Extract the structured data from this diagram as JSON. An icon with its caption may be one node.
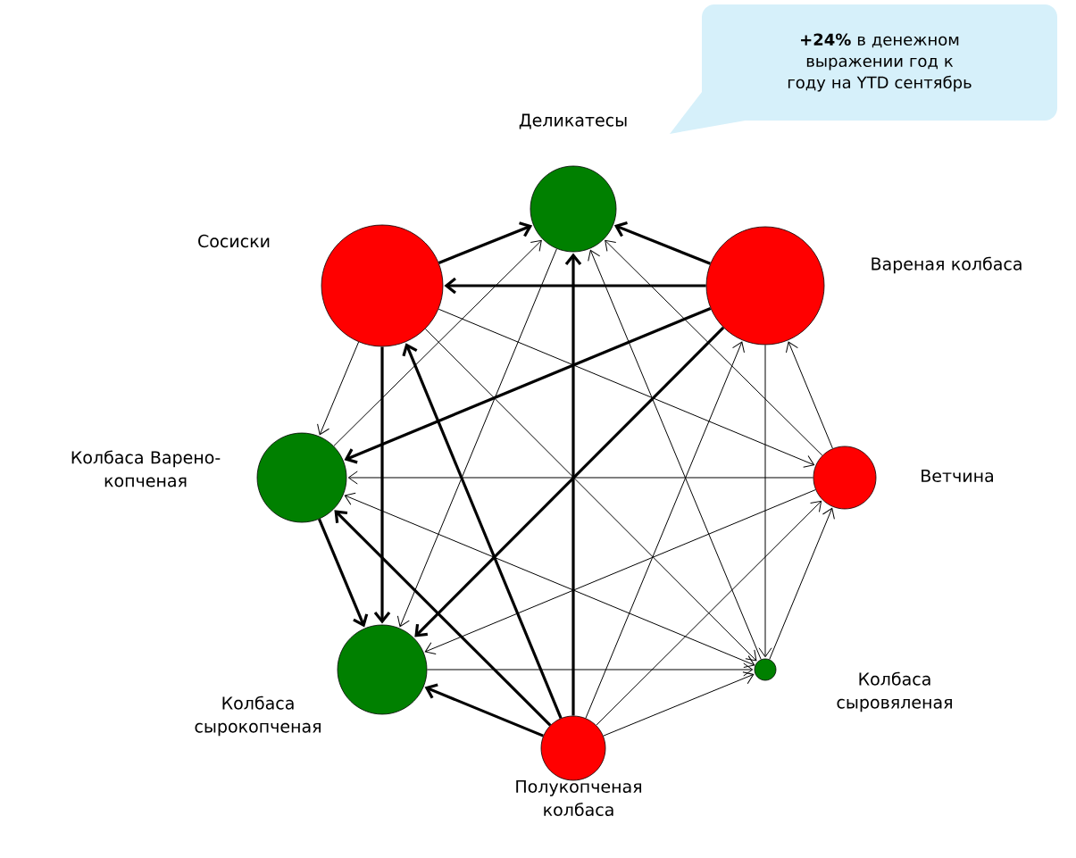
{
  "diagram": {
    "nodes": [
      {
        "text": [],
        "shape": "circle",
        "beside": [
          "Деликатесы"
        ]
      },
      {
        "text": [],
        "shape": "circle",
        "beside": [
          "Вареная колбаса"
        ]
      },
      {
        "text": [],
        "shape": "circle",
        "beside": [
          "Ветчина"
        ]
      },
      {
        "text": [],
        "shape": "circle",
        "beside": [
          "Колбаса сыровяленая"
        ]
      },
      {
        "text": [],
        "shape": "circle",
        "beside": [
          "Полукопченая колбаса"
        ]
      },
      {
        "text": [],
        "shape": "circle",
        "beside": [
          "Колбаса сырокопченая"
        ]
      },
      {
        "text": [],
        "shape": "circle",
        "beside": [
          "Колбаса Варено-копченая"
        ]
      },
      {
        "text": [],
        "shape": "circle",
        "beside": [
          "Сосиски"
        ]
      },
      {
        "text": [
          "**+24%** в денежном выражении год к году на YTD сентябрь"
        ]
      }
    ],
    "edges": [
      {
        "from": 7,
        "to": 0,
        "arrow": "to",
        "style": "thick"
      },
      {
        "from": 1,
        "to": 0,
        "arrow": "to",
        "style": "thick"
      },
      {
        "from": 4,
        "to": 0,
        "arrow": "to",
        "style": "thick"
      },
      {
        "from": 6,
        "to": 0,
        "arrow": "to"
      },
      {
        "from": 0,
        "to": 5,
        "arrow": "to"
      },
      {
        "from": 3,
        "to": 0,
        "arrow": "to"
      },
      {
        "from": 2,
        "to": 0,
        "arrow": "to"
      },
      {
        "from": 1,
        "to": 7,
        "arrow": "to",
        "style": "thick"
      },
      {
        "from": 1,
        "to": 6,
        "arrow": "to",
        "style": "thick"
      },
      {
        "from": 1,
        "to": 5,
        "arrow": "to",
        "style": "thick"
      },
      {
        "from": 1,
        "to": 3,
        "arrow": "to"
      },
      {
        "from": 2,
        "to": 1,
        "arrow": "to"
      },
      {
        "from": 4,
        "to": 1,
        "arrow": "to"
      },
      {
        "from": 7,
        "to": 2,
        "arrow": "to"
      },
      {
        "from": 2,
        "to": 6,
        "arrow": "to"
      },
      {
        "from": 4,
        "to": 2,
        "arrow": "to"
      },
      {
        "from": 2,
        "to": 5,
        "arrow": "to"
      },
      {
        "from": 3,
        "to": 2,
        "arrow": "to"
      },
      {
        "from": 7,
        "to": 3,
        "arrow": "to"
      },
      {
        "from": 3,
        "to": 6,
        "arrow": "both"
      },
      {
        "from": 5,
        "to": 3,
        "arrow": "to"
      },
      {
        "from": 4,
        "to": 3,
        "arrow": "to"
      },
      {
        "from": 7,
        "to": 6,
        "arrow": "to"
      },
      {
        "from": 7,
        "to": 5,
        "arrow": "to",
        "style": "thick"
      },
      {
        "from": 6,
        "to": 5,
        "arrow": "to",
        "style": "thick"
      },
      {
        "from": 4,
        "to": 5,
        "arrow": "to",
        "style": "thick"
      },
      {
        "from": 4,
        "to": 7,
        "arrow": "to",
        "style": "thick"
      },
      {
        "from": 4,
        "to": 6,
        "arrow": "to",
        "style": "thick"
      }
    ]
  }
}
